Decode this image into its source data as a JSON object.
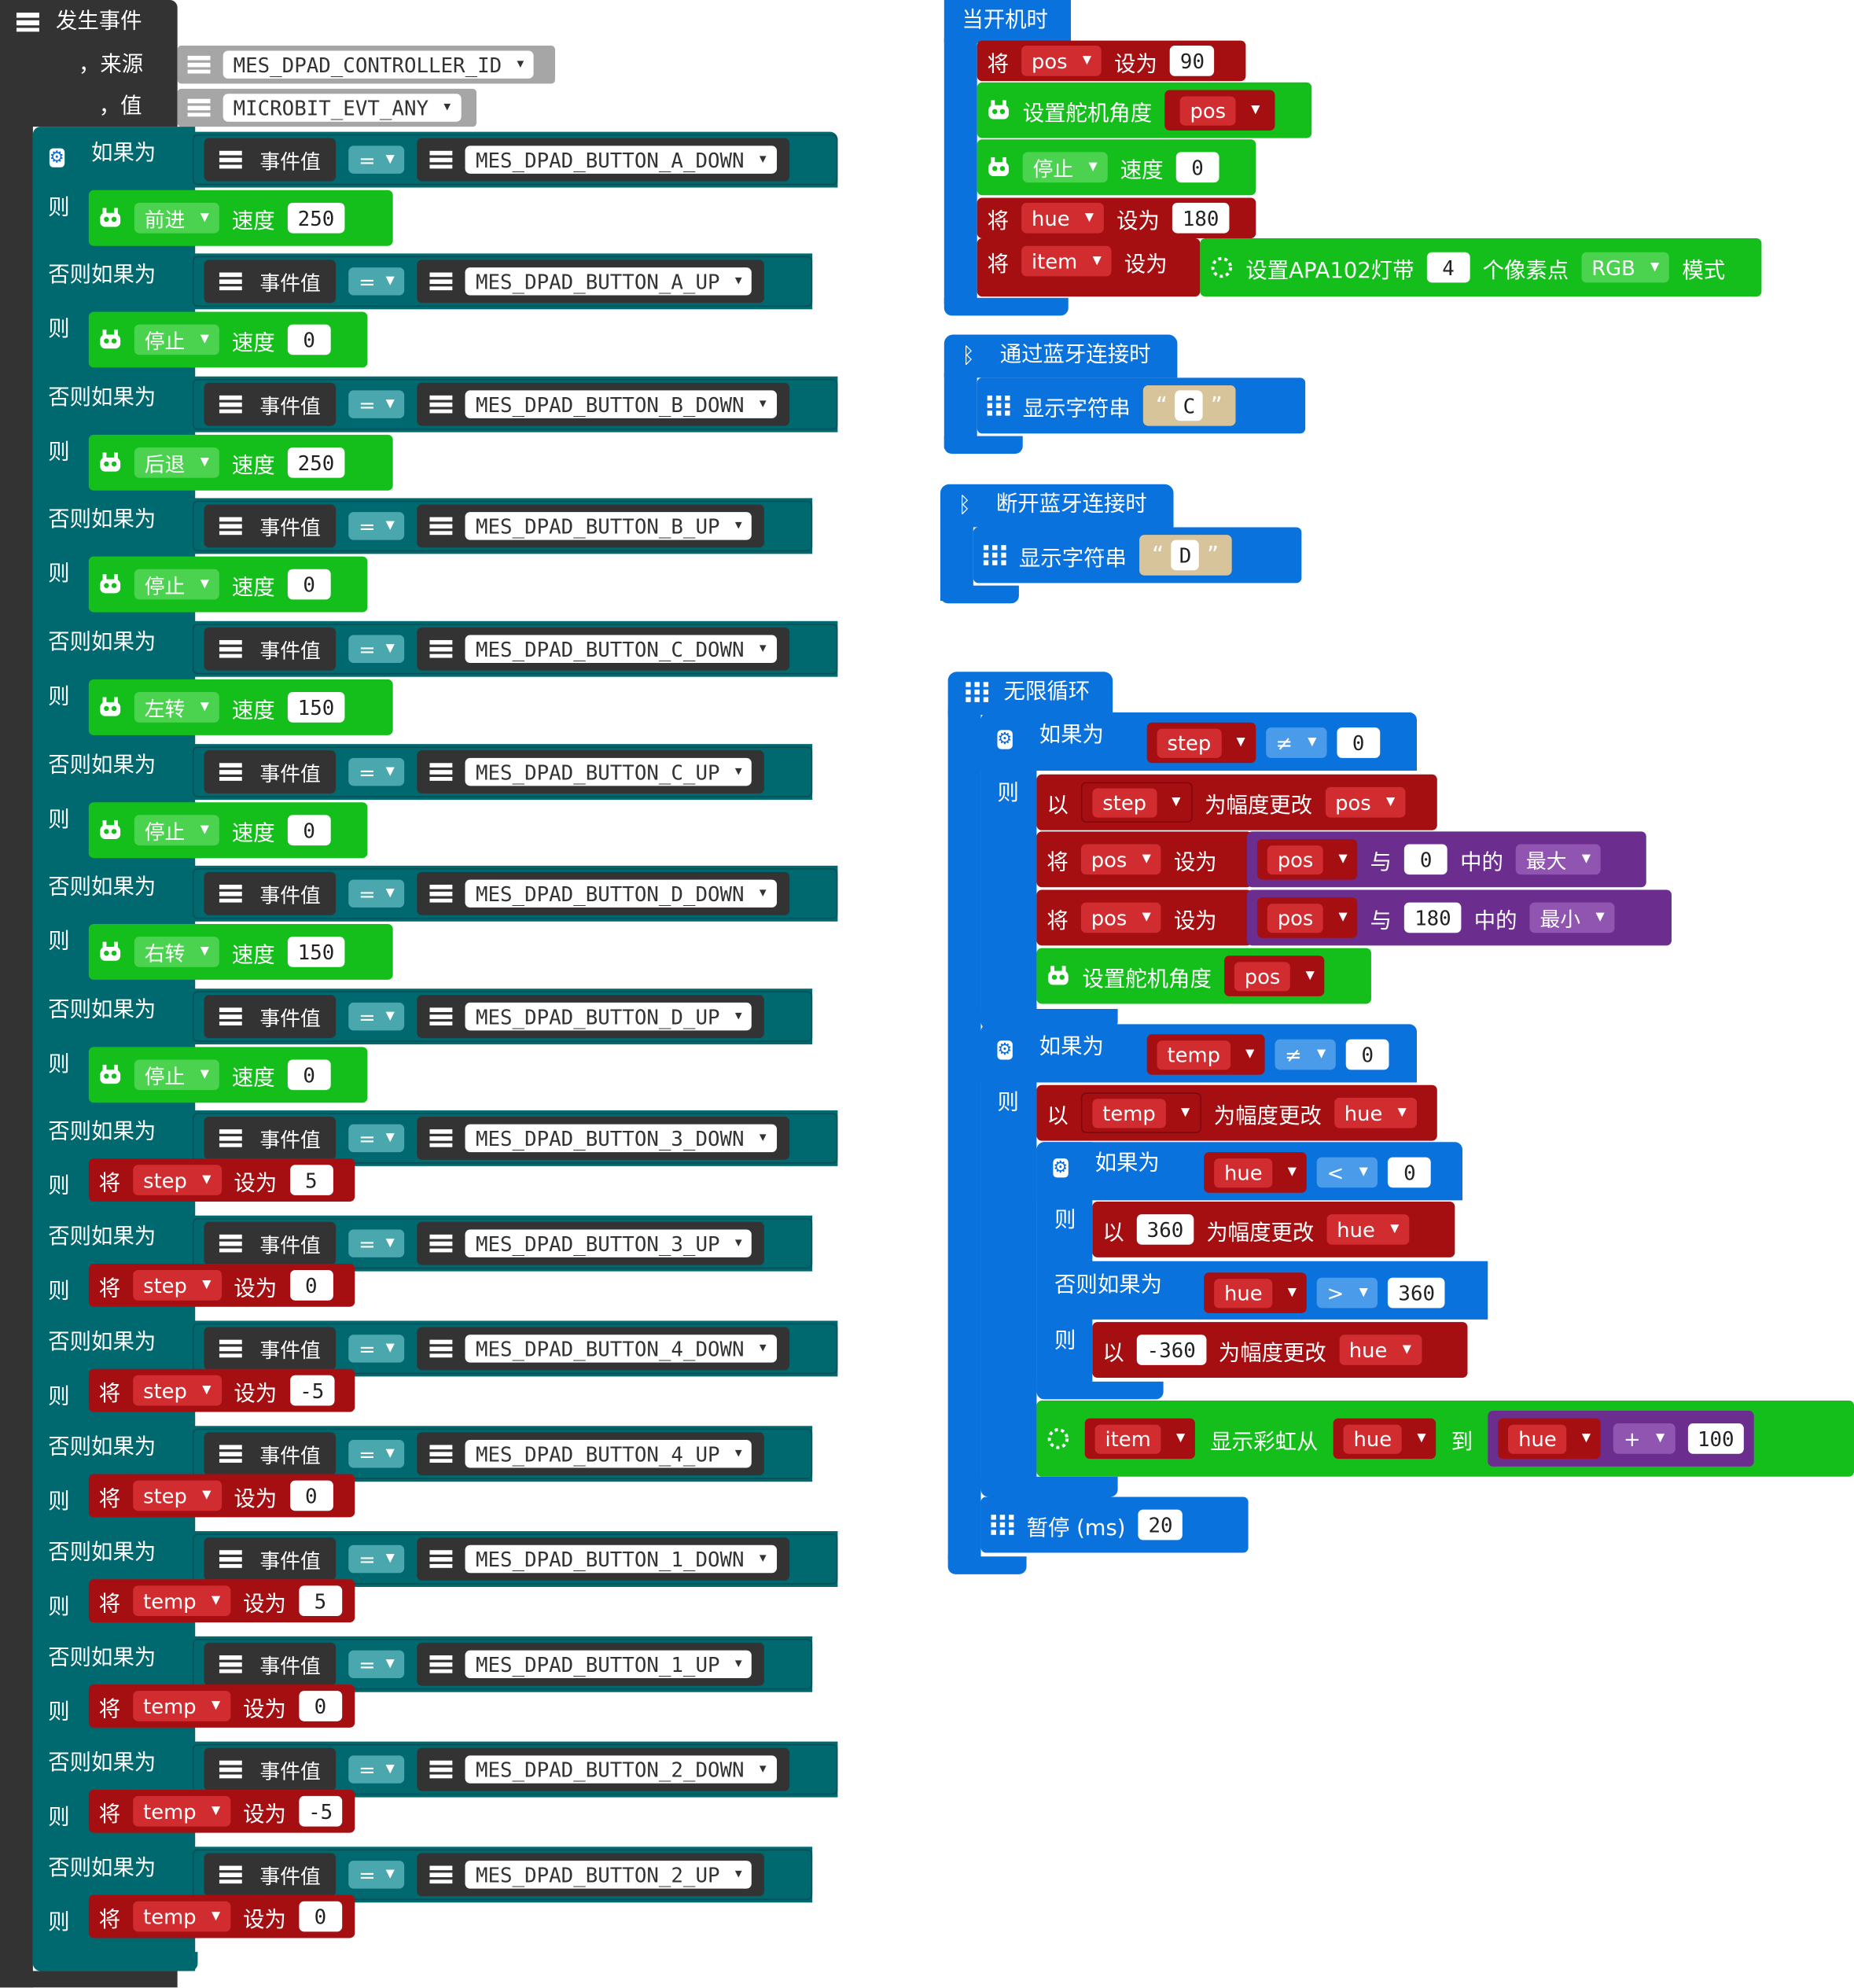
{
  "icons": {
    "event": "stack-icon",
    "if": "gear-icon",
    "servo": "robot-icon",
    "bluetooth": "bluetooth-icon",
    "grid": "grid-icon",
    "led": "led-ring-icon"
  },
  "colors": {
    "dark": "#333333",
    "teal": "#006970",
    "green": "#15bf1b",
    "red": "#a50f12",
    "purple": "#6b2e8f",
    "blue": "#0a72dc",
    "grey": "#a6a6a6",
    "valueSlot": "#c9a6cc"
  },
  "event_block": {
    "title": "发生事件",
    "source_label": "，来源",
    "source_value": "MES_DPAD_CONTROLLER_ID",
    "value_label": "，值",
    "value_value": "MICROBIT_EVT_ANY",
    "if_label": "如果为",
    "then_label": "则",
    "elseif_label": "否则如果为",
    "event_value_label": "事件值",
    "eq_op": "=",
    "speed_label": "速度",
    "set_label": "将",
    "to_label": "设为",
    "branches": [
      {
        "cond": "MES_DPAD_BUTTON_A_DOWN",
        "kind": "motor",
        "action": "前进",
        "value": "250"
      },
      {
        "cond": "MES_DPAD_BUTTON_A_UP",
        "kind": "motor",
        "action": "停止",
        "value": "0"
      },
      {
        "cond": "MES_DPAD_BUTTON_B_DOWN",
        "kind": "motor",
        "action": "后退",
        "value": "250"
      },
      {
        "cond": "MES_DPAD_BUTTON_B_UP",
        "kind": "motor",
        "action": "停止",
        "value": "0"
      },
      {
        "cond": "MES_DPAD_BUTTON_C_DOWN",
        "kind": "motor",
        "action": "左转",
        "value": "150"
      },
      {
        "cond": "MES_DPAD_BUTTON_C_UP",
        "kind": "motor",
        "action": "停止",
        "value": "0"
      },
      {
        "cond": "MES_DPAD_BUTTON_D_DOWN",
        "kind": "motor",
        "action": "右转",
        "value": "150"
      },
      {
        "cond": "MES_DPAD_BUTTON_D_UP",
        "kind": "motor",
        "action": "停止",
        "value": "0"
      },
      {
        "cond": "MES_DPAD_BUTTON_3_DOWN",
        "kind": "set",
        "var": "step",
        "value": "5"
      },
      {
        "cond": "MES_DPAD_BUTTON_3_UP",
        "kind": "set",
        "var": "step",
        "value": "0"
      },
      {
        "cond": "MES_DPAD_BUTTON_4_DOWN",
        "kind": "set",
        "var": "step",
        "value": "-5"
      },
      {
        "cond": "MES_DPAD_BUTTON_4_UP",
        "kind": "set",
        "var": "step",
        "value": "0"
      },
      {
        "cond": "MES_DPAD_BUTTON_1_DOWN",
        "kind": "set",
        "var": "temp",
        "value": "5"
      },
      {
        "cond": "MES_DPAD_BUTTON_1_UP",
        "kind": "set",
        "var": "temp",
        "value": "0"
      },
      {
        "cond": "MES_DPAD_BUTTON_2_DOWN",
        "kind": "set",
        "var": "temp",
        "value": "-5"
      },
      {
        "cond": "MES_DPAD_BUTTON_2_UP",
        "kind": "set",
        "var": "temp",
        "value": "0"
      }
    ]
  },
  "on_start": {
    "title": "当开机时",
    "set1": {
      "label": "将",
      "var": "pos",
      "to": "设为",
      "value": "90"
    },
    "servo": {
      "label": "设置舵机角度",
      "var": "pos"
    },
    "stop": {
      "action": "停止",
      "speed": "速度",
      "value": "0"
    },
    "set2": {
      "label": "将",
      "var": "hue",
      "to": "设为",
      "value": "180"
    },
    "set3": {
      "label": "将",
      "var": "item",
      "to": "设为",
      "strip_label": "设置APA102灯带",
      "count": "4",
      "pixels_label": "个像素点",
      "mode": "RGB",
      "mode_label": "模式"
    }
  },
  "bt_connect": {
    "title": "通过蓝牙连接时",
    "show": "显示字符串",
    "quote_open": "“",
    "value": "C",
    "quote_close": "”"
  },
  "bt_disconnect": {
    "title": "断开蓝牙连接时",
    "show": "显示字符串",
    "quote_open": "“",
    "value": "D",
    "quote_close": "”"
  },
  "forever": {
    "title": "无限循环",
    "if1": {
      "label": "如果为",
      "var": "step",
      "op": "≠",
      "value": "0",
      "then": "则",
      "change": {
        "by": "以",
        "var": "step",
        "label": "为幅度更改",
        "target": "pos"
      },
      "max": {
        "set": "将",
        "var": "pos",
        "to": "设为",
        "a": "pos",
        "and": "与",
        "b": "0",
        "of": "中的",
        "fn": "最大"
      },
      "min": {
        "set": "将",
        "var": "pos",
        "to": "设为",
        "a": "pos",
        "and": "与",
        "b": "180",
        "of": "中的",
        "fn": "最小"
      },
      "servo": {
        "label": "设置舵机角度",
        "var": "pos"
      }
    },
    "if2": {
      "label": "如果为",
      "var": "temp",
      "op": "≠",
      "value": "0",
      "then": "则",
      "change": {
        "by": "以",
        "var": "temp",
        "label": "为幅度更改",
        "target": "hue"
      },
      "inner": {
        "label": "如果为",
        "var": "hue",
        "op": "<",
        "value": "0",
        "then": "则",
        "change1": {
          "by": "以",
          "value": "360",
          "label": "为幅度更改",
          "target": "hue"
        },
        "elseif": "否则如果为",
        "var2": "hue",
        "op2": ">",
        "value2": "360",
        "change2": {
          "by": "以",
          "value": "-360",
          "label": "为幅度更改",
          "target": "hue"
        }
      },
      "rainbow": {
        "var": "item",
        "label": "显示彩虹从",
        "from": "hue",
        "to": "到",
        "a": "hue",
        "op": "+",
        "b": "100"
      }
    },
    "pause": {
      "label": "暂停 (ms)",
      "value": "20"
    }
  }
}
